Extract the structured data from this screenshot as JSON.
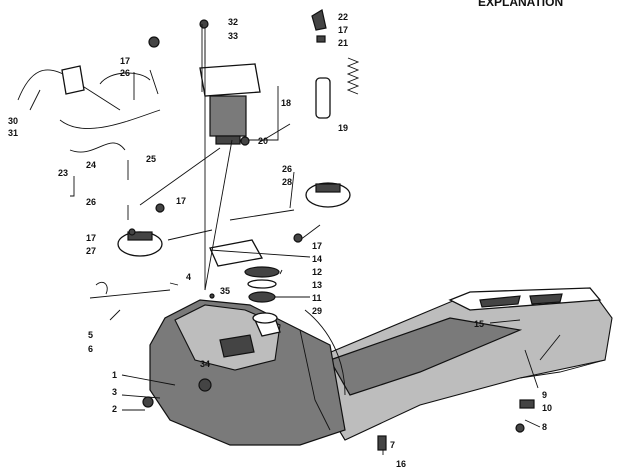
{
  "header": {
    "text": "EXPLANATION"
  },
  "labels": {
    "l1": "1",
    "l2": "2",
    "l3": "3",
    "l4": "4",
    "l5": "5",
    "l6": "6",
    "l7": "7",
    "l8": "8",
    "l9": "9",
    "l10": "10",
    "l11": "11",
    "l12": "12",
    "l13": "13",
    "l14": "14",
    "l15": "15",
    "l16": "16",
    "l17a": "17",
    "l17b": "17",
    "l17c": "17",
    "l17d": "17",
    "l17e": "17",
    "l18": "18",
    "l19": "19",
    "l20": "20",
    "l21": "21",
    "l22": "22",
    "l23": "23",
    "l24": "24",
    "l25": "25",
    "l26a": "26",
    "l26b": "26",
    "l26c": "26",
    "l27": "27",
    "l28": "28",
    "l29": "29",
    "l30": "30",
    "l31": "31",
    "l32": "32",
    "l33": "33",
    "l34": "34",
    "l35": "35"
  }
}
